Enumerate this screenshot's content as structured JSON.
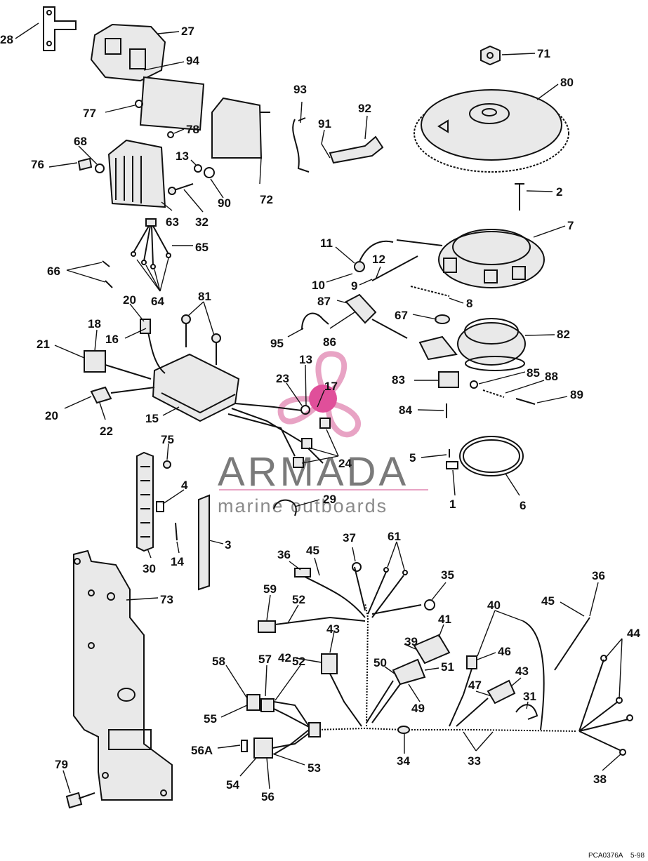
{
  "diagram": {
    "watermark": {
      "brand": "ARMADA",
      "tagline": "marine outboards",
      "logo_color": "#e8a3c4"
    },
    "reference": {
      "code": "PCA0376A",
      "page": "5-98"
    },
    "labels": {
      "p28": "28",
      "p27": "27",
      "p94": "94",
      "p77": "77",
      "p78": "78",
      "p72": "72",
      "p93": "93",
      "p91": "91",
      "p92": "92",
      "p71": "71",
      "p80": "80",
      "p68": "68",
      "p76": "76",
      "p13a": "13",
      "p90": "90",
      "p63": "63",
      "p32": "32",
      "p2": "2",
      "p7": "7",
      "p65": "65",
      "p66": "66",
      "p64": "64",
      "p11": "11",
      "p12": "12",
      "p10": "10",
      "p9": "9",
      "p8": "8",
      "p20a": "20",
      "p81": "81",
      "p87": "87",
      "p67": "67",
      "p82": "82",
      "p18": "18",
      "p16": "16",
      "p95": "95",
      "p86": "86",
      "p21": "21",
      "p13b": "13",
      "p23": "23",
      "p17": "17",
      "p83": "83",
      "p85": "85",
      "p88": "88",
      "p89": "89",
      "p20b": "20",
      "p22": "22",
      "p15": "15",
      "p84": "84",
      "p75": "75",
      "p24": "24",
      "p5": "5",
      "p4": "4",
      "p29": "29",
      "p1": "1",
      "p6": "6",
      "p30": "30",
      "p14": "14",
      "p3": "3",
      "p36a": "36",
      "p45a": "45",
      "p37": "37",
      "p61": "61",
      "p35": "35",
      "p59": "59",
      "p52a": "52",
      "p73": "73",
      "p40": "40",
      "p45b": "45",
      "p36b": "36",
      "p41": "41",
      "p43a": "43",
      "p39": "39",
      "p42": "42",
      "p46": "46",
      "p44": "44",
      "p50": "50",
      "p51": "51",
      "p58": "58",
      "p57": "57",
      "p52b": "52",
      "p43b": "43",
      "p49": "49",
      "p47": "47",
      "p31": "31",
      "p55": "55",
      "p56a": "56A",
      "p34": "34",
      "p33": "33",
      "p79": "79",
      "p53": "53",
      "p54": "54",
      "p56": "56",
      "p38": "38"
    }
  }
}
